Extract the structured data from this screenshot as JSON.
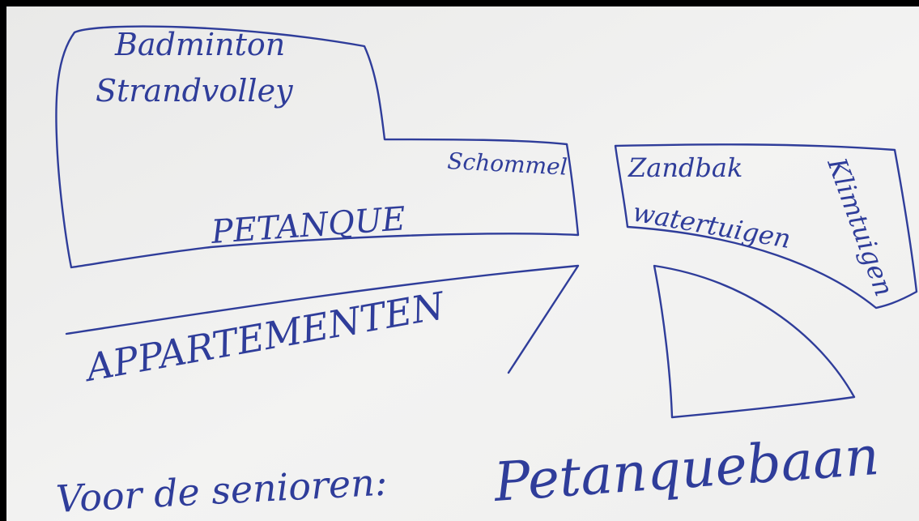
{
  "colors": {
    "paper": "#f1f1f0",
    "ink": "#2f3d9a",
    "border": "#000000"
  },
  "labels": {
    "badminton": "Badminton",
    "beach_volleyball": "Strandvolley",
    "swing": "Schommel",
    "petanque": "PETANQUE",
    "sandbox": "Zandbak",
    "water_toys": "watertuigen",
    "climbing": "Klimtuigen",
    "apartments": "APPARTEMENTEN",
    "seniors_note": "Voor de senioren:",
    "petanque_court": "Petanquebaan"
  }
}
